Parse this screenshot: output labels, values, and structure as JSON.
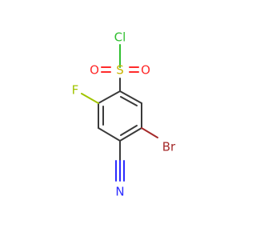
{
  "molecule": {
    "atoms": {
      "cl": "Cl",
      "s": "S",
      "o_left": "O",
      "o_right": "O",
      "f": "F",
      "br": "Br",
      "n": "N"
    },
    "colors": {
      "bond": "#3a3a3a",
      "cl": "#2fbf2f",
      "s": "#c9b400",
      "o": "#ff2a2a",
      "f": "#a0c400",
      "br": "#a52a2a",
      "n": "#2b2bff"
    }
  }
}
